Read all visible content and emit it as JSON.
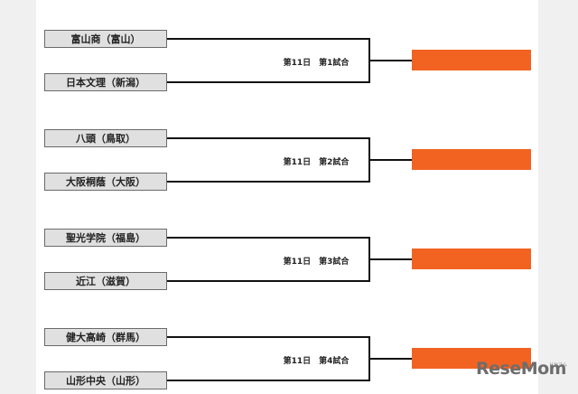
{
  "matches": [
    {
      "team_a": "富山商（富山）",
      "team_b": "日本文理（新潟）",
      "label": "第11日　第1試合"
    },
    {
      "team_a": "八頭（鳥取）",
      "team_b": "大阪桐蔭（大阪）",
      "label": "第11日　第2試合"
    },
    {
      "team_a": "聖光学院（福島）",
      "team_b": "近江（滋賀）",
      "label": "第11日　第3試合"
    },
    {
      "team_a": "健大高崎（群馬）",
      "team_b": "山形中央（山形）",
      "label": "第11日　第4試合"
    }
  ],
  "colors": {
    "winner_box": "#f26322",
    "team_box": "#e0e0e0",
    "bracket_line": "#111111"
  },
  "logo": {
    "text": "ReseMom",
    "sub": "リセマム"
  }
}
